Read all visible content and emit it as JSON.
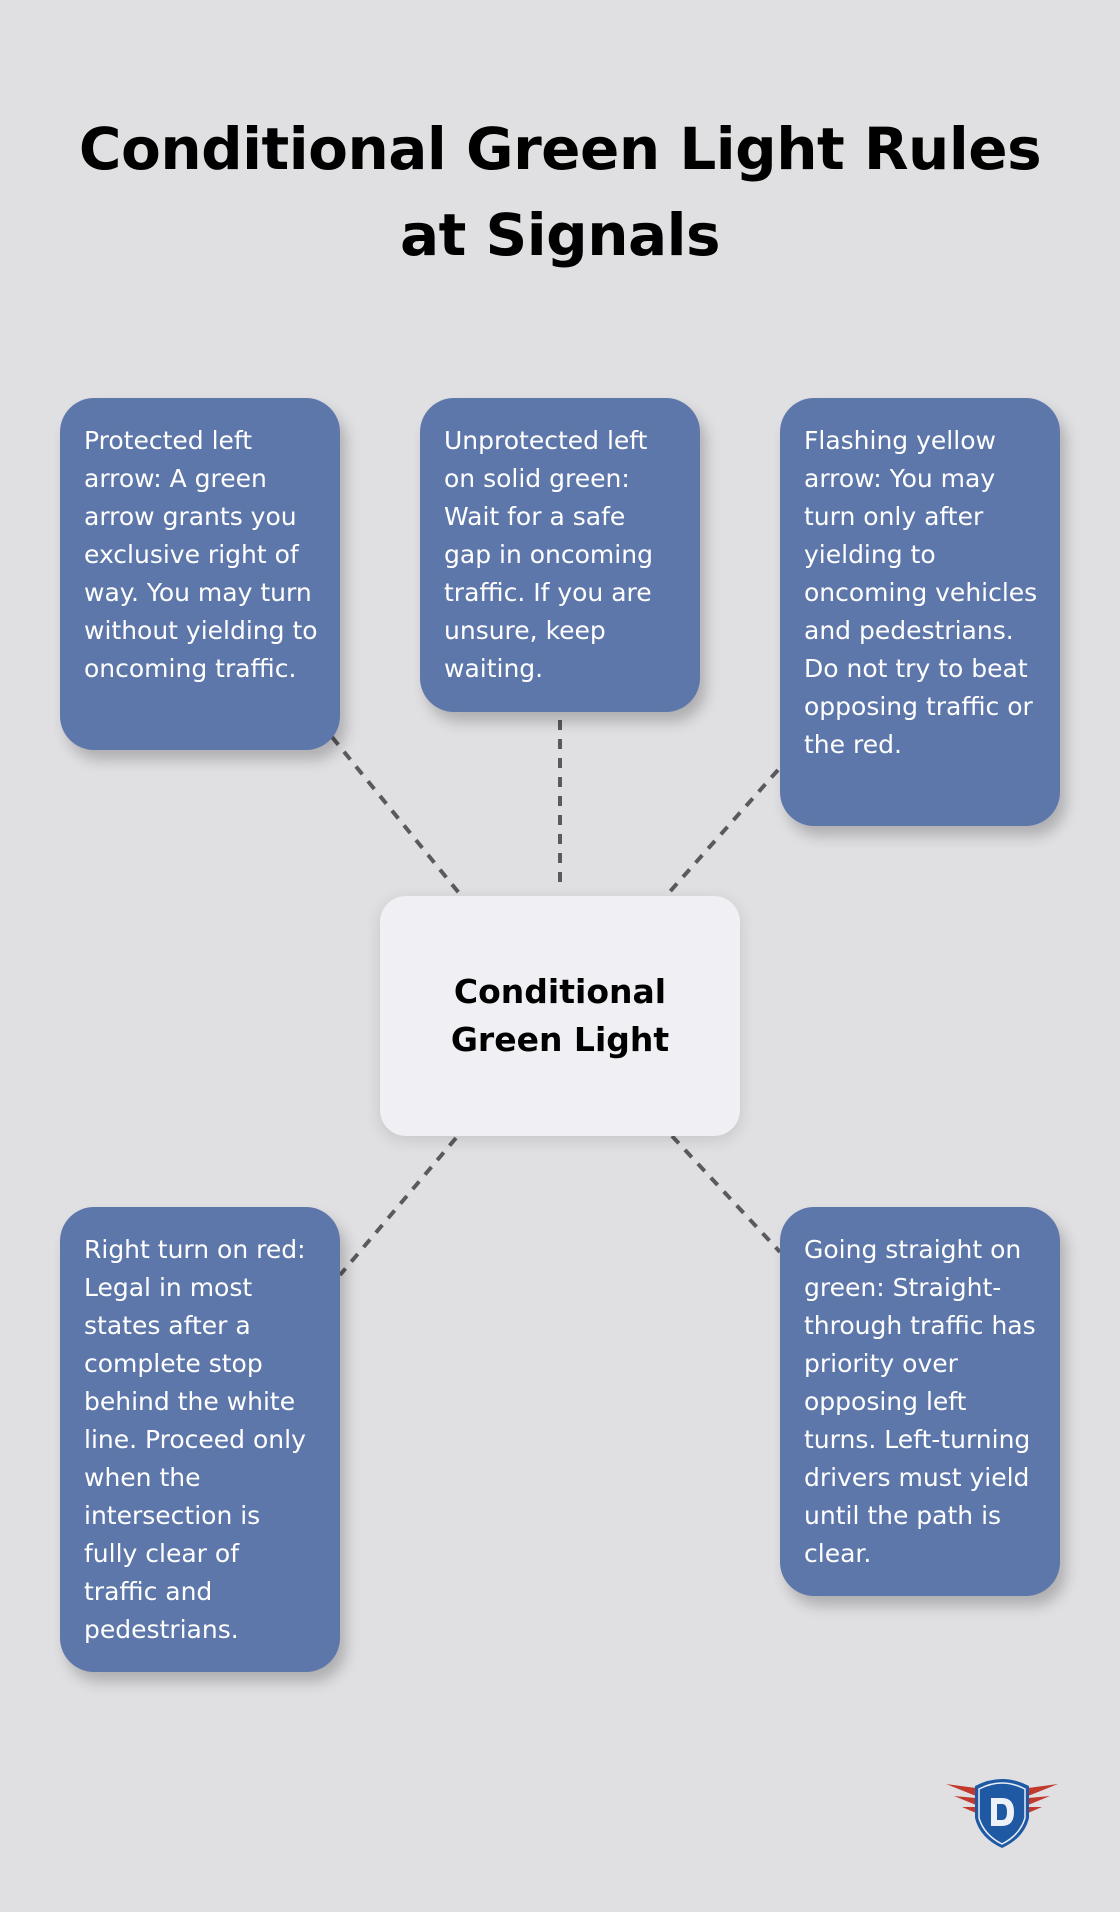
{
  "title": {
    "line1": "Conditional Green Light Rules",
    "line2": "at Signals"
  },
  "center_node": {
    "label": "Conditional Green Light"
  },
  "cards": [
    {
      "id": "protected-left-arrow",
      "text": "Protected left arrow: A green arrow grants you exclusive right of way. You may turn without yielding to oncoming traffic."
    },
    {
      "id": "unprotected-left",
      "text": "Unprotected left on solid green: Wait for a safe gap in oncoming traffic. If you are unsure, keep waiting."
    },
    {
      "id": "flashing-yellow-arrow",
      "text": "Flashing yellow arrow: You may turn only after yielding to oncoming vehicles and pedestrians. Do not try to beat opposing traffic or the red."
    },
    {
      "id": "right-turn-on-red",
      "text": "Right turn on red: Legal in most states after a complete stop behind the white line. Proceed only when the intersection is fully clear of traffic and pedestrians."
    },
    {
      "id": "going-straight-on-green",
      "text": "Going straight on green: Straight-through traffic has priority over opposing left turns. Left-turning drivers must yield until the path is clear."
    }
  ],
  "logo": {
    "letter": "D",
    "icon": "shield-wings-logo-icon"
  },
  "colors": {
    "background": "#e0e0e3",
    "card": "#5e77aa",
    "center_node": "#efeff4",
    "connector": "#5a5a5e",
    "logo_blue": "#1f59a3",
    "logo_red": "#c23a2e"
  }
}
